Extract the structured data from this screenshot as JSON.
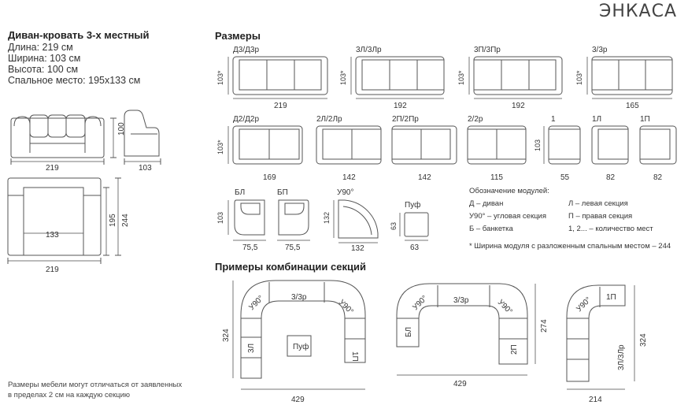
{
  "brand": "ЭНКАСА",
  "spec": {
    "title": "Диван-кровать 3-х местный",
    "lines": [
      "Длина: 219 см",
      "Ширина:  103 см",
      "Высота: 100 см",
      "Спальное место: 195х133 см"
    ]
  },
  "left_dims": {
    "front_width": "219",
    "front_height": "100",
    "side_depth": "103",
    "unfold_inner_width": "133",
    "unfold_width": "219",
    "unfold_sleep_len": "195",
    "unfold_total_len": "244"
  },
  "sizes_title": "Размеры",
  "modules_row1": [
    {
      "name": "Д3/Д3р",
      "depth": "103*",
      "width": "219"
    },
    {
      "name": "3Л/3Лр",
      "depth": "103*",
      "width": "192"
    },
    {
      "name": "3П/3Пр",
      "depth": "103*",
      "width": "192"
    },
    {
      "name": "3/3р",
      "depth": "103*",
      "width": "165"
    }
  ],
  "modules_row2": [
    {
      "name": "Д2/Д2р",
      "depth": "103*",
      "width": "169"
    },
    {
      "name": "2Л/2Лр",
      "width": "142"
    },
    {
      "name": "2П/2Пр",
      "width": "142"
    },
    {
      "name": "2/2р",
      "width": "115"
    },
    {
      "name": "1",
      "depth": "103",
      "width": "55"
    },
    {
      "name": "1Л",
      "width": "82"
    },
    {
      "name": "1П",
      "width": "82"
    }
  ],
  "modules_row3": [
    {
      "name": "БЛ",
      "depth": "103",
      "width": "75,5"
    },
    {
      "name": "БП",
      "width": "75,5"
    },
    {
      "name": "У90°",
      "depth": "132",
      "width": "132"
    },
    {
      "name": "Пуф",
      "depth": "63",
      "width": "63"
    }
  ],
  "legend": {
    "title": "Обозначение модулей:",
    "items_left": [
      "Д – диван",
      "У90° – угловая секция",
      "Б – банкетка"
    ],
    "items_right": [
      "Л – левая секция",
      "П – правая секция",
      "1, 2... – количество мест"
    ],
    "footnote": "* Ширина модуля с разложенным спальным местом – 244"
  },
  "combos_title": "Примеры комбинации секций",
  "combos": [
    {
      "labels": [
        "У90°",
        "3/3р",
        "У90°",
        "3Л",
        "1П",
        "Пуф"
      ],
      "height": "324",
      "width": "429"
    },
    {
      "labels": [
        "У90°",
        "3/3р",
        "У90°",
        "БЛ",
        "2П"
      ],
      "height": "274",
      "width": "429"
    },
    {
      "labels": [
        "У90°",
        "1П",
        "3Л/3Лр"
      ],
      "height": "324",
      "width": "214"
    }
  ],
  "note": [
    "Размеры мебели могут отличаться от заявленных",
    "в пределах 2 см на каждую секцию"
  ]
}
